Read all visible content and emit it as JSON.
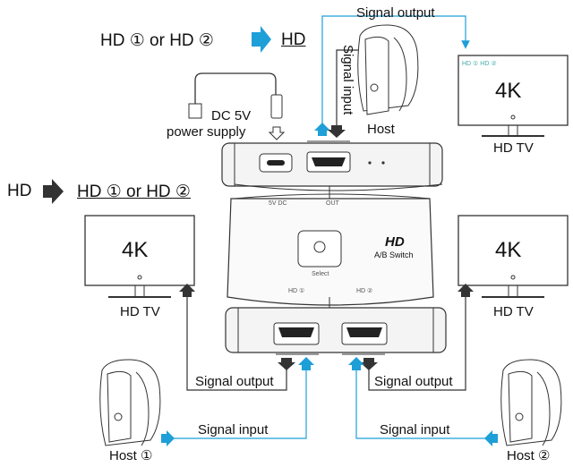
{
  "mode_top": {
    "from": "HD ① or HD ②",
    "to": "HD"
  },
  "mode_left": {
    "from": "HD",
    "to": "HD ① or HD ②"
  },
  "power": {
    "line1": "DC 5V",
    "line2": "power supply"
  },
  "signal_output": "Signal output",
  "signal_input": "Signal input",
  "host": "Host",
  "host1": "Host ①",
  "host2": "Host ②",
  "tv_label": "HD TV",
  "tv_screen": "4K",
  "tv_small_caption": "HD ①  HD ②",
  "device": {
    "brand": "HD",
    "subtitle": "A/B Switch",
    "select": "Select",
    "port_dc": "5V DC",
    "port_out": "OUT",
    "port_in1": "HD ①",
    "port_in2": "HD ②"
  },
  "colors": {
    "arrow_blue": "#1e9fd8",
    "line": "#222222"
  }
}
